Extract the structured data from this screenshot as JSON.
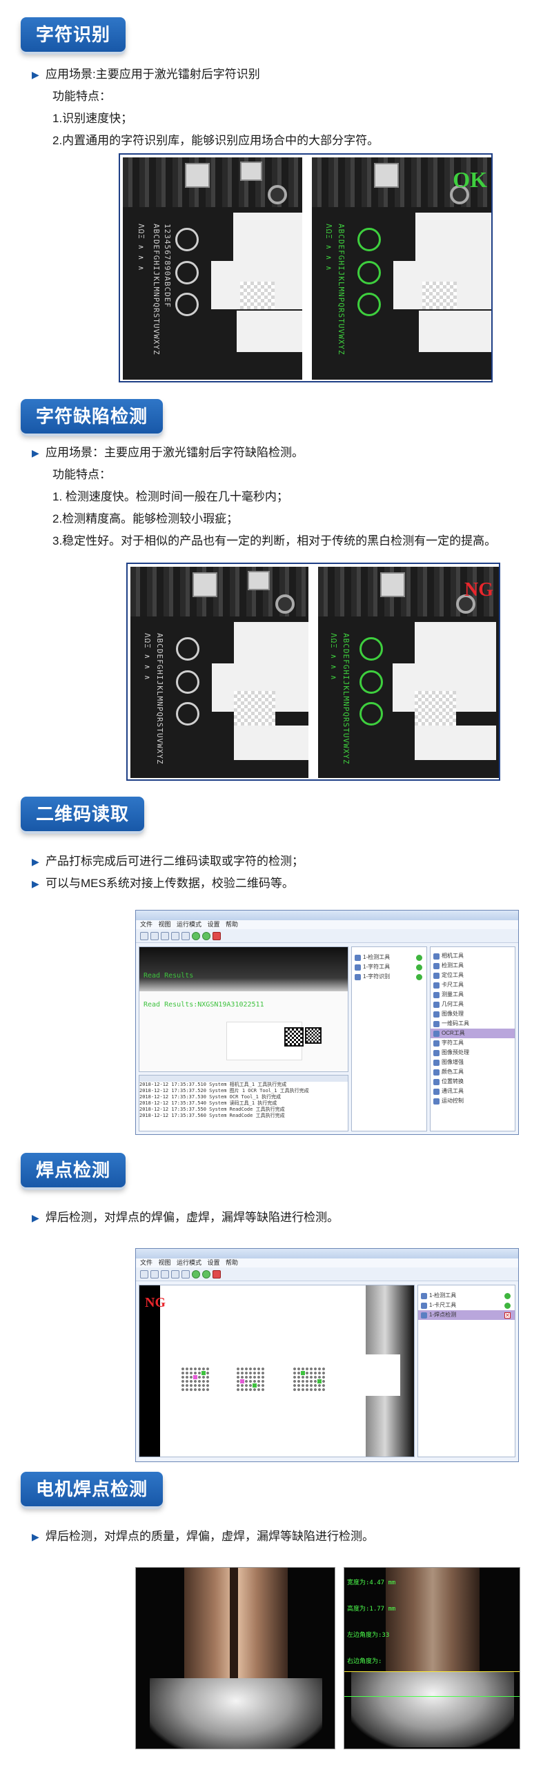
{
  "sections": {
    "char_recognition": {
      "title": "字符识别",
      "lines": [
        "应用场景:主要应用于激光镭射后字符识别",
        "功能特点：",
        "1.识别速度快；",
        "2.内置通用的字符识别库，能够识别应用场合中的大部分字符。"
      ],
      "result_badge": "OK"
    },
    "char_defect": {
      "title": "字符缺陷检测",
      "lines": [
        "应用场景：主要应用于激光镭射后字符缺陷检测。",
        "功能特点：",
        "1. 检测速度快。检测时间一般在几十毫秒内；",
        "2.检测精度高。能够检测较小瑕疵；",
        "3.稳定性好。对于相似的产品也有一定的判断，相对于传统的黑白检测有一定的提高。"
      ],
      "result_badge": "NG"
    },
    "qr_reading": {
      "title": "二维码读取",
      "lines": [
        "产品打标完成后可进行二维码读取或字符的检测；",
        "可以与MES系统对接上传数据，校验二维码等。"
      ],
      "read_result": "Read Results:NXGSN19A31022511",
      "read_label": "Read Results"
    },
    "solder_inspection": {
      "title": "焊点检测",
      "lines": [
        "焊后检测，对焊点的焊偏，虚焊，漏焊等缺陷进行检测。"
      ],
      "result_badge": "NG"
    },
    "motor_solder": {
      "title": "电机焊点检测",
      "lines": [
        "焊后检测，对焊点的质量，焊偏，虚焊，漏焊等缺陷进行检测。"
      ],
      "measurements": [
        "宽度为:4.47 mm",
        "高度为:1.77 mm",
        "左边角度为:33",
        "右边角度为:"
      ]
    }
  },
  "software": {
    "menu": "文件 视图 运行模式 设置 帮助",
    "left_tools": [
      "1-检测工具",
      "1-字符工具",
      "1-字符识别"
    ],
    "right_tools": [
      "相机工具",
      "检测工具",
      "定位工具",
      "卡尺工具",
      "测量工具",
      "几何工具",
      "图像处理",
      "一维码工具",
      "OCR工具",
      "字符工具",
      "图像预处理",
      "图像增强",
      "颜色工具",
      "位置转换",
      "通讯工具",
      "运动控制"
    ],
    "solder_tools": [
      "1-检测工具",
      "1-卡尺工具",
      "1-焊点检测"
    ],
    "log_rows": [
      "2018-12-12 17:35:37.510   System   相机工具_1 工具执行完成",
      "2018-12-12 17:35:37.520   System   图片 1 OCR Tool_1 工具执行完成",
      "2018-12-12 17:35:37.530   System   OCR Tool_1 执行完成",
      "2018-12-12 17:35:37.540   System   读码工具_1 执行完成",
      "2018-12-12 17:35:37.550   System   ReadCode 工具执行完成",
      "2018-12-12 17:35:37.560   System   ReadCode 工具执行完成"
    ]
  },
  "colors": {
    "title_bg": "#1f64b8",
    "frame": "#1e3f86",
    "ok": "#3ecf3e",
    "ng": "#e8262c"
  }
}
